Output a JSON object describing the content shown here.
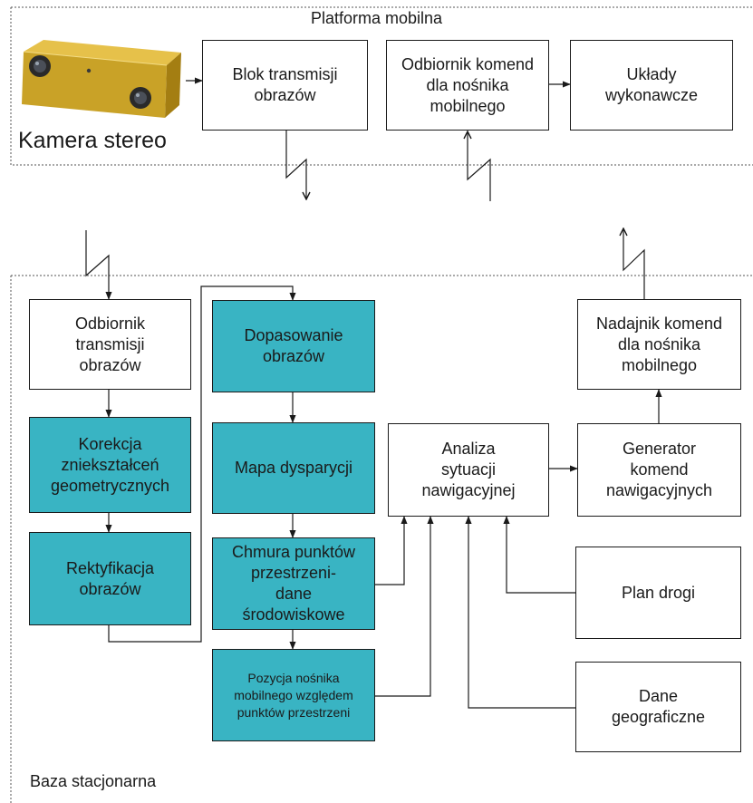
{
  "platform": {
    "title": "Platforma mobilna",
    "camera_label": "Kamera stereo",
    "blocks": {
      "transmission": "Blok transmisji\nobrazów",
      "receiver": "Odbiornik komend\ndla nośnika\nmobilnego",
      "actuators": "Układy\nwykonawcze"
    }
  },
  "base": {
    "title": "Baza stacjonarna",
    "blocks": {
      "image_receiver": "Odbiornik\ntransmisji\nobrazów",
      "correction": "Korekcja\nzniekształceń\ngeometrycznych",
      "rectification": "Rektyfikacja\nobrazów",
      "matching": "Dopasowanie\nobrazów",
      "disparity": "Mapa dysparycji",
      "point_cloud": "Chmura punktów\nprzestrzeni-\ndane\nśrodowiskowe",
      "position": "Pozycja nośnika\nmobilnego względem\npunktów przestrzeni",
      "analysis": "Analiza\nsytuacji\nnawigacyjnej",
      "generator": "Generator\nkomend\nnawigacyjnych",
      "transmitter": "Nadajnik komend\ndla nośnika\nmobilnego",
      "road_plan": "Plan drogi",
      "geo_data": "Dane\ngeograficzne"
    }
  },
  "colors": {
    "processing_block": "#39b4c3",
    "plain_block": "#ffffff",
    "line": "#1a1a1a",
    "camera_body": "#c9a227"
  },
  "icons": {
    "camera": "stereo-camera-icon"
  }
}
